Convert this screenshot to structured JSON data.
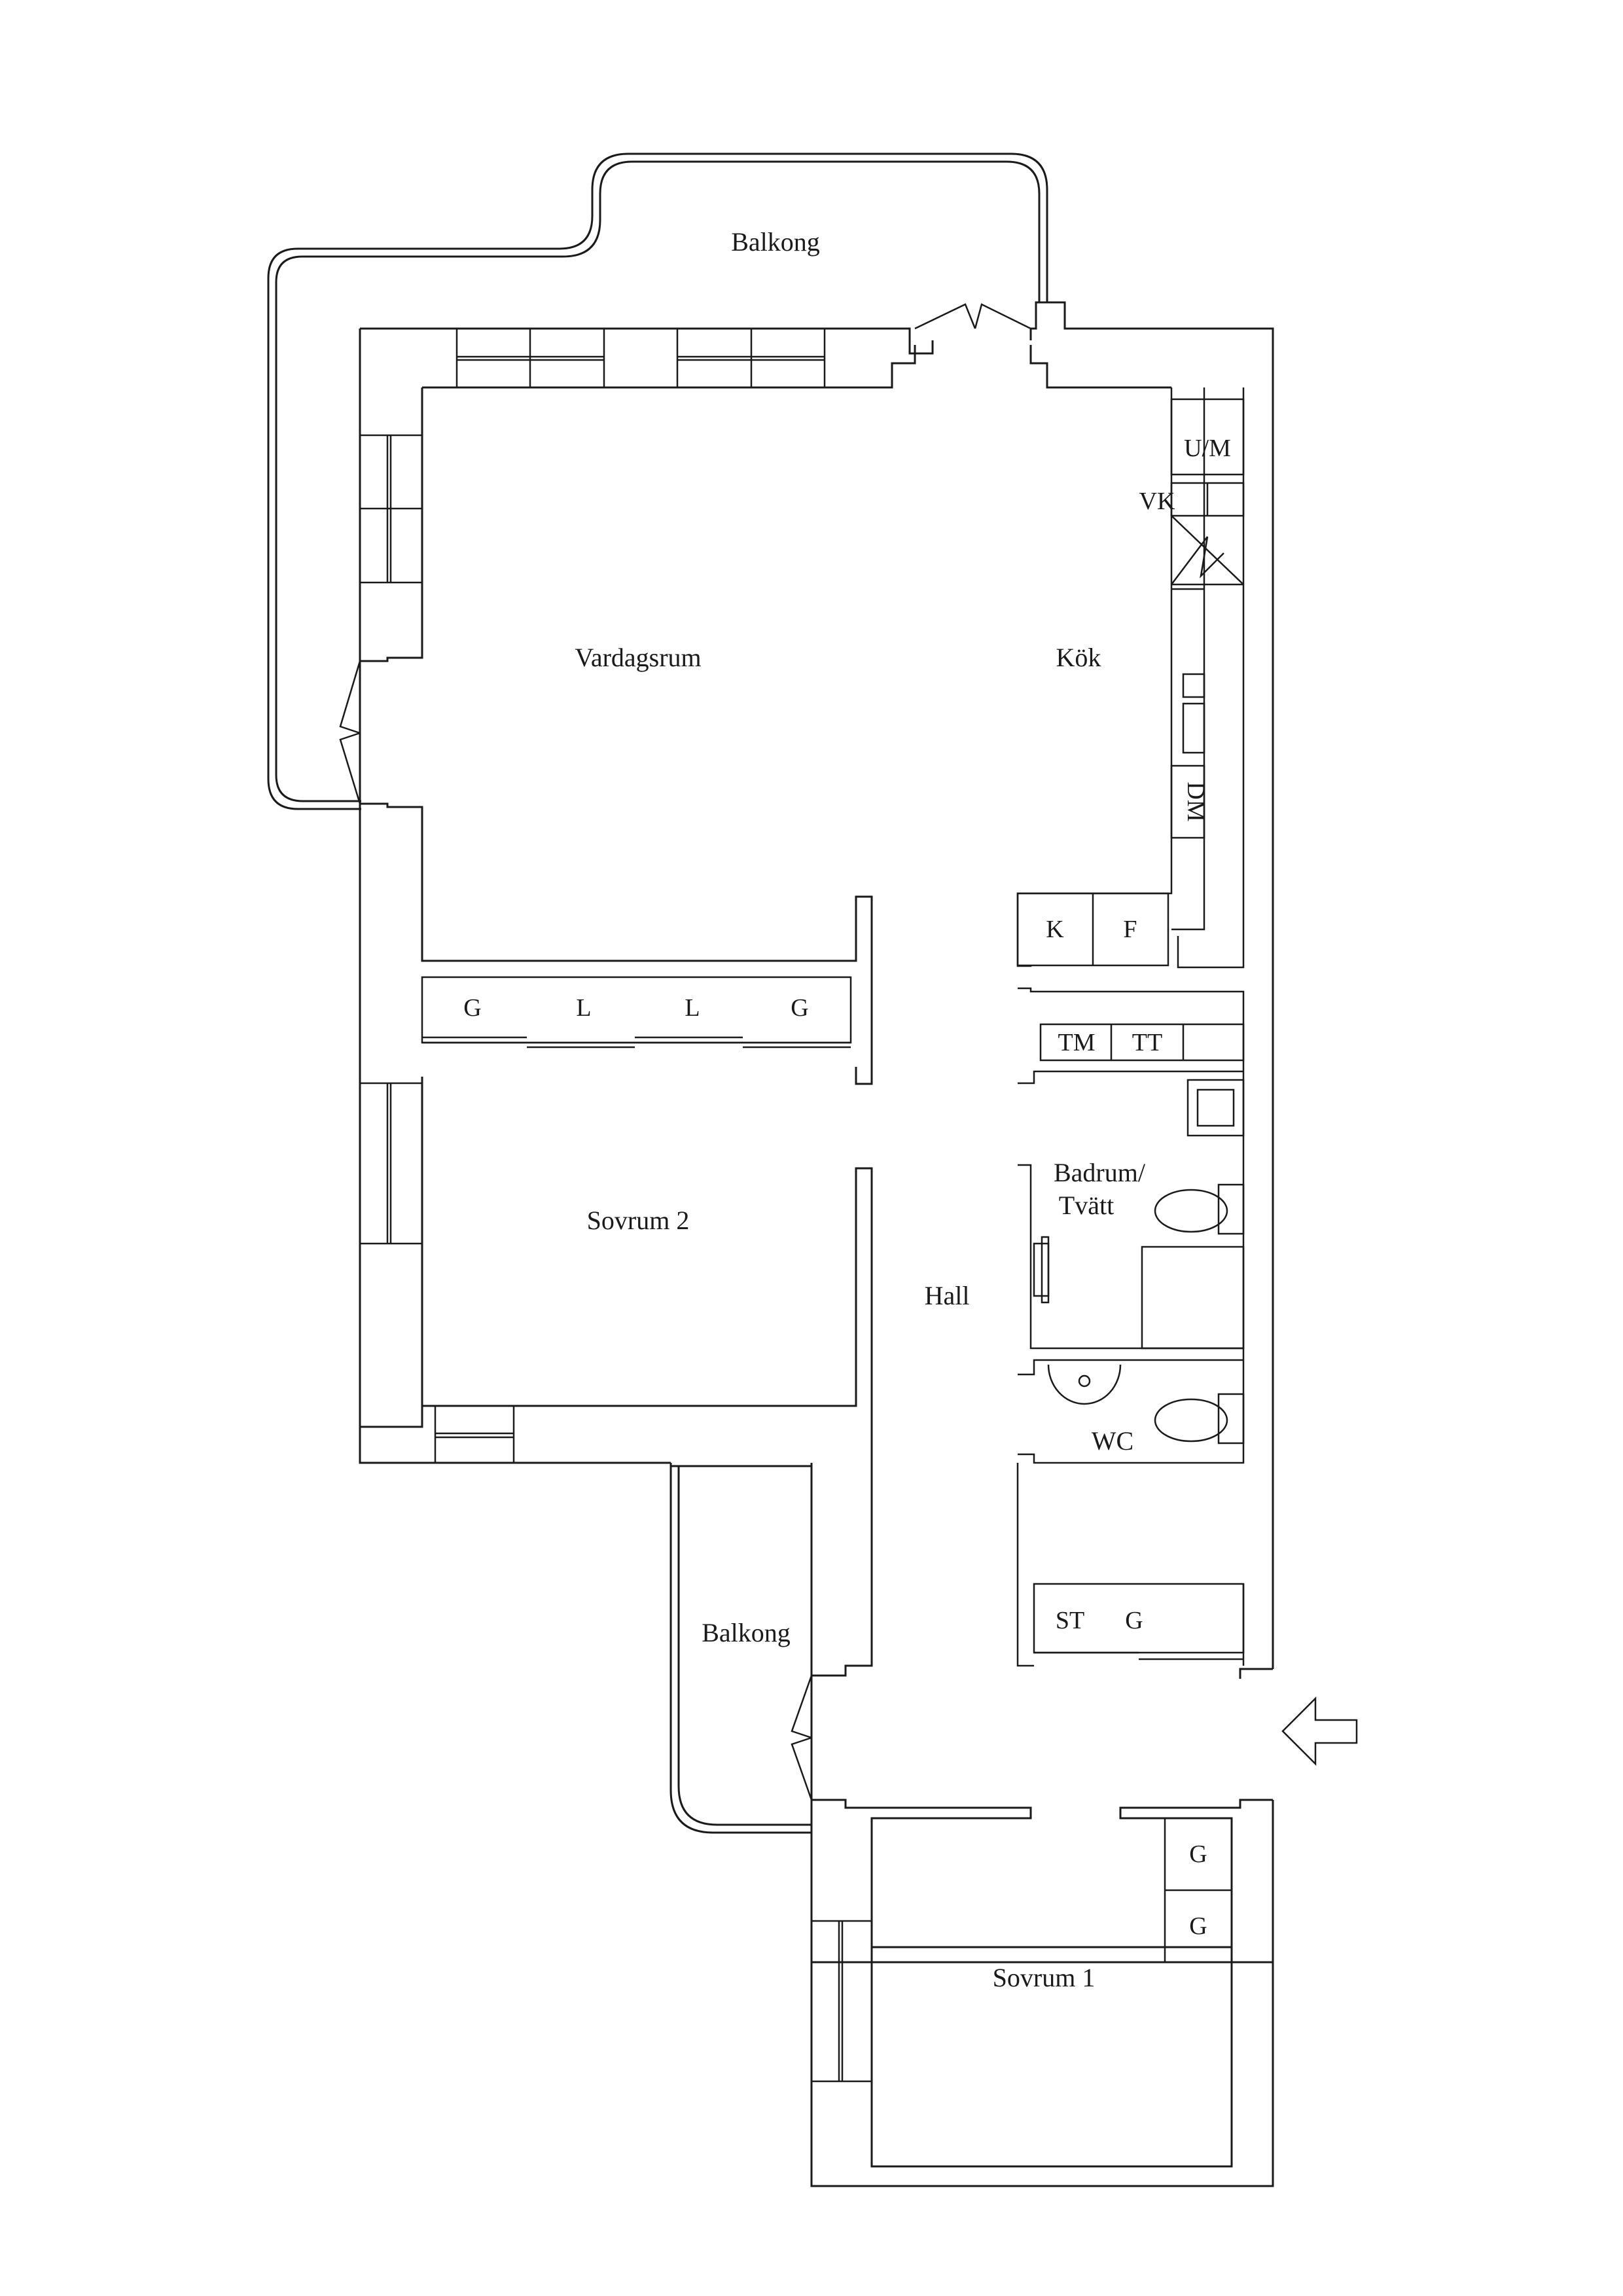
{
  "plan": {
    "rooms": {
      "balcony_top": "Balkong",
      "living_room": "Vardagsrum",
      "kitchen": "Kök",
      "bedroom_2": "Sovrum 2",
      "hall": "Hall",
      "bathroom_line1": "Badrum/",
      "bathroom_line2": "Tvätt",
      "wc": "WC",
      "balcony_lower": "Balkong",
      "bedroom_1": "Sovrum 1"
    },
    "appliances": {
      "oven_microwave": "U/M",
      "water_heater": "VK",
      "dishwasher": "DM",
      "fridge": "K",
      "freezer": "F",
      "washing_machine": "TM",
      "tumble_dryer": "TT",
      "cleaning_cabinet": "ST"
    },
    "storage": {
      "wardrobe_g": "G",
      "wardrobe_l": "L"
    }
  }
}
